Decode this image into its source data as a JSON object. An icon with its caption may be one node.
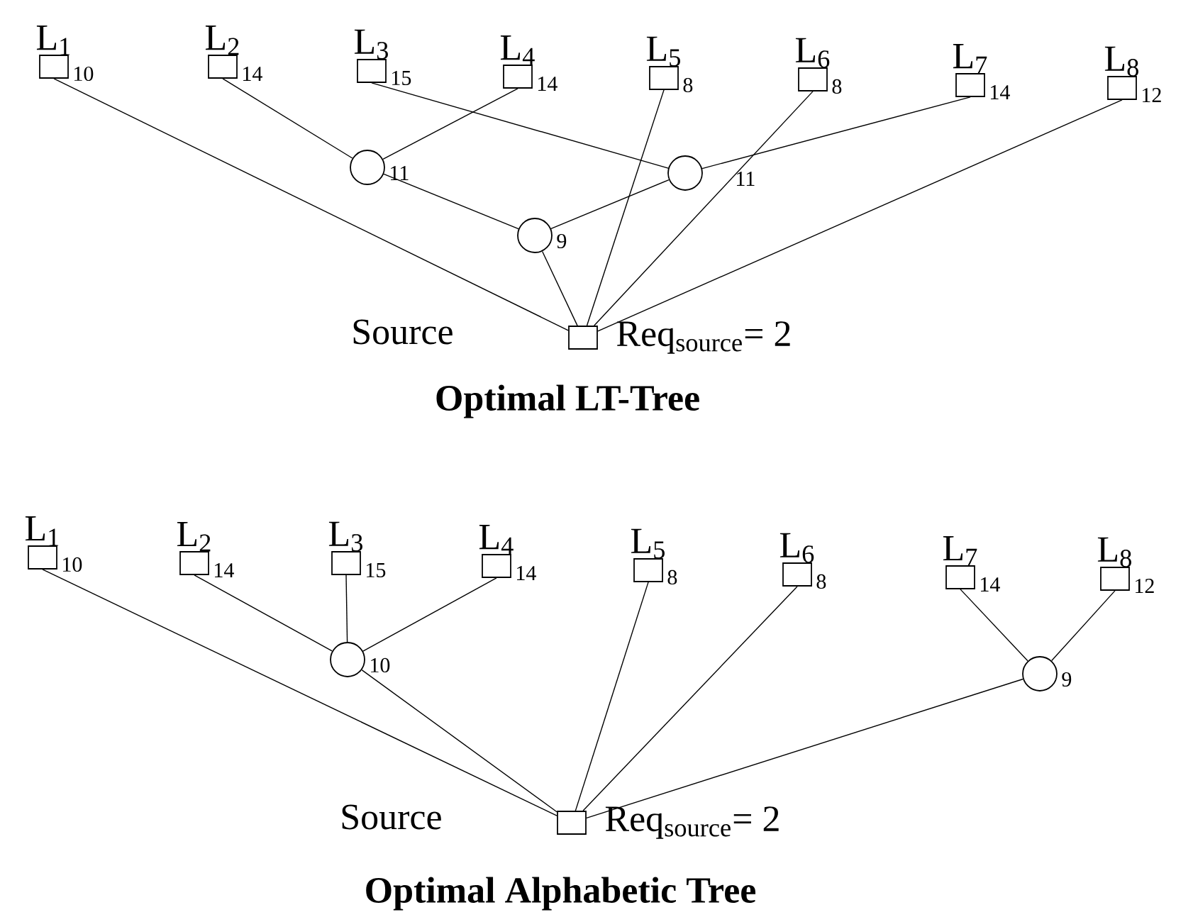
{
  "diagram": {
    "nodes": [
      {
        "text": [],
        "shape": "box",
        "beside": [
          "L$_{1}$",
          "10"
        ]
      },
      {
        "text": [],
        "shape": "box",
        "beside": [
          "L$_{2}$",
          "14"
        ]
      },
      {
        "text": [],
        "shape": "box",
        "beside": [
          "L$_{3}$",
          "15"
        ]
      },
      {
        "text": [],
        "shape": "box",
        "beside": [
          "L$_{4}$",
          "14"
        ]
      },
      {
        "text": [],
        "shape": "box",
        "beside": [
          "L$_{5}$",
          "8"
        ]
      },
      {
        "text": [],
        "shape": "box",
        "beside": [
          "L$_{6}$",
          "8"
        ]
      },
      {
        "text": [],
        "shape": "box",
        "beside": [
          "L$_{7}$",
          "14"
        ]
      },
      {
        "text": [],
        "shape": "box",
        "beside": [
          "L$_{8}$",
          "12"
        ]
      },
      {
        "text": [],
        "shape": "circle",
        "beside": [
          "11"
        ]
      },
      {
        "text": [],
        "shape": "circle",
        "beside": [
          "11"
        ]
      },
      {
        "text": [],
        "shape": "circle",
        "beside": [
          "9"
        ]
      },
      {
        "text": [],
        "shape": "box",
        "beside": [
          "Source",
          "Req$_{source}$= 2"
        ]
      },
      {
        "text": [],
        "shape": "box",
        "beside": [
          "L$_{1}$",
          "10"
        ]
      },
      {
        "text": [],
        "shape": "box",
        "beside": [
          "L$_{2}$",
          "14"
        ]
      },
      {
        "text": [],
        "shape": "box",
        "beside": [
          "L$_{3}$",
          "15"
        ]
      },
      {
        "text": [],
        "shape": "box",
        "beside": [
          "L$_{4}$",
          "14"
        ]
      },
      {
        "text": [],
        "shape": "box",
        "beside": [
          "L$_{5}$",
          "8"
        ]
      },
      {
        "text": [],
        "shape": "box",
        "beside": [
          "L$_{6}$",
          "8"
        ]
      },
      {
        "text": [],
        "shape": "box",
        "beside": [
          "L$_{7}$",
          "14"
        ]
      },
      {
        "text": [],
        "shape": "box",
        "beside": [
          "L$_{8}$",
          "12"
        ]
      },
      {
        "text": [],
        "shape": "circle",
        "beside": [
          "10"
        ]
      },
      {
        "text": [],
        "shape": "circle",
        "beside": [
          "9"
        ]
      },
      {
        "text": [],
        "shape": "box",
        "beside": [
          "Source",
          "Req$_{source}$= 2"
        ]
      }
    ],
    "edges": [
      {
        "from": 0,
        "to": 11,
        "arrow": "none"
      },
      {
        "from": 1,
        "to": 8,
        "arrow": "none"
      },
      {
        "from": 3,
        "to": 8,
        "arrow": "none"
      },
      {
        "from": 2,
        "to": 9,
        "arrow": "none"
      },
      {
        "from": 6,
        "to": 9,
        "arrow": "none"
      },
      {
        "from": 8,
        "to": 10,
        "arrow": "none"
      },
      {
        "from": 9,
        "to": 10,
        "arrow": "none"
      },
      {
        "from": 10,
        "to": 11,
        "arrow": "none"
      },
      {
        "from": 4,
        "to": 11,
        "arrow": "none"
      },
      {
        "from": 5,
        "to": 11,
        "arrow": "none"
      },
      {
        "from": 7,
        "to": 11,
        "arrow": "none"
      },
      {
        "from": 12,
        "to": 22,
        "arrow": "none"
      },
      {
        "from": 13,
        "to": 20,
        "arrow": "none"
      },
      {
        "from": 14,
        "to": 20,
        "arrow": "none"
      },
      {
        "from": 15,
        "to": 20,
        "arrow": "none"
      },
      {
        "from": 18,
        "to": 21,
        "arrow": "none"
      },
      {
        "from": 19,
        "to": 21,
        "arrow": "none"
      },
      {
        "from": 20,
        "to": 22,
        "arrow": "none"
      },
      {
        "from": 16,
        "to": 22,
        "arrow": "none"
      },
      {
        "from": 17,
        "to": 22,
        "arrow": "none"
      },
      {
        "from": 21,
        "to": 22,
        "arrow": "none"
      }
    ],
    "labels": [
      "Optimal LT-Tree",
      "Optimal Alphabetic Tree"
    ]
  }
}
